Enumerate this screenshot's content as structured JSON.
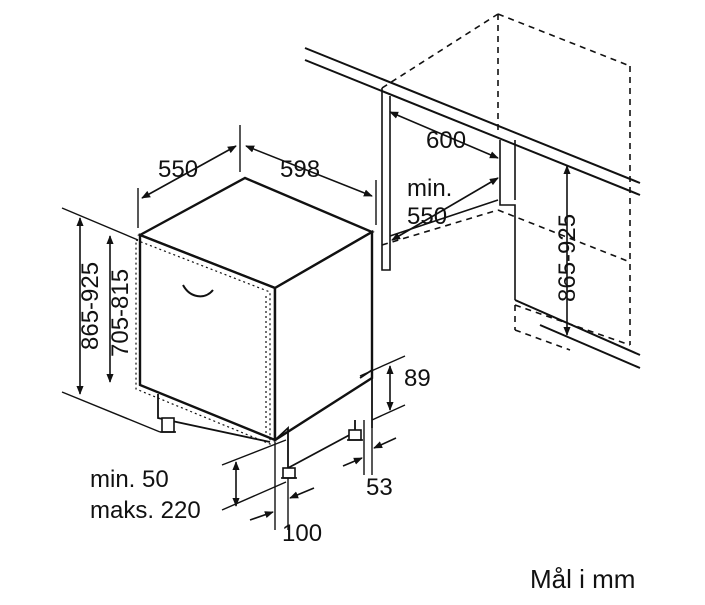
{
  "colors": {
    "line": "#111111",
    "background": "#ffffff"
  },
  "dimensions": {
    "depth": "550",
    "width": "598",
    "height_range": "865-925",
    "door_height_range": "705-815",
    "niche_width": "600",
    "niche_depth_min": "min.",
    "niche_depth_value": "550",
    "niche_height_range": "865-925",
    "plinth_height": "89",
    "plinth_depth": "53",
    "foot_gap_min": "min. 50",
    "foot_gap_max": "maks. 220",
    "foot_offset": "100"
  },
  "unit_note": "Mål i mm"
}
